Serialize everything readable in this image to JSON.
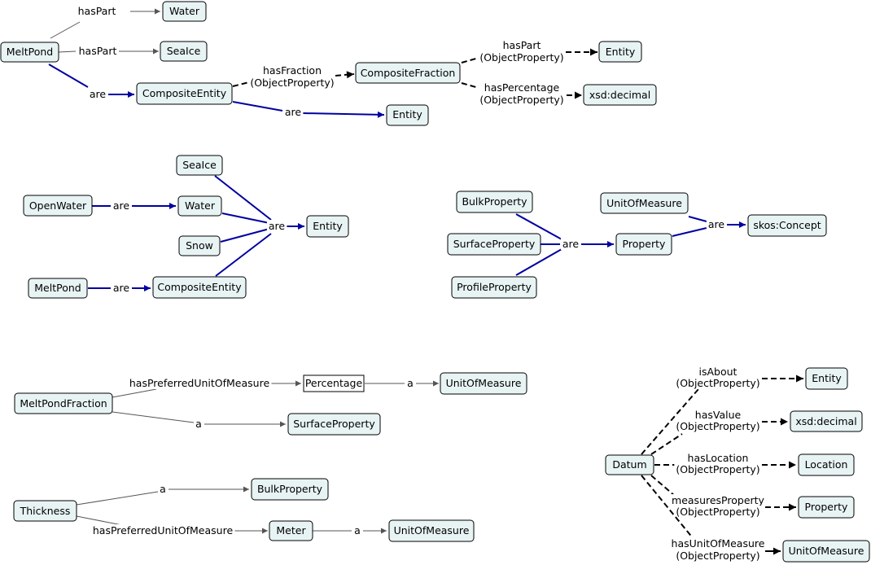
{
  "nodes": [
    {
      "id": "n1",
      "label": "Water"
    },
    {
      "id": "n2",
      "label": "MeltPond"
    },
    {
      "id": "n3",
      "label": "SeaIce"
    },
    {
      "id": "n4",
      "label": "CompositeEntity"
    },
    {
      "id": "n5",
      "label": "CompositeFraction"
    },
    {
      "id": "n6",
      "label": "Entity"
    },
    {
      "id": "n7",
      "label": "xsd:decimal"
    },
    {
      "id": "n8",
      "label": "Entity"
    },
    {
      "id": "n9",
      "label": "SeaIce"
    },
    {
      "id": "n10",
      "label": "OpenWater"
    },
    {
      "id": "n11",
      "label": "Water"
    },
    {
      "id": "n12",
      "label": "Entity"
    },
    {
      "id": "n13",
      "label": "Snow"
    },
    {
      "id": "n14",
      "label": "MeltPond"
    },
    {
      "id": "n15",
      "label": "CompositeEntity"
    },
    {
      "id": "n16",
      "label": "BulkProperty"
    },
    {
      "id": "n17",
      "label": "UnitOfMeasure"
    },
    {
      "id": "n18",
      "label": "SurfaceProperty"
    },
    {
      "id": "n19",
      "label": "Property"
    },
    {
      "id": "n20",
      "label": "skos:Concept"
    },
    {
      "id": "n21",
      "label": "ProfileProperty"
    },
    {
      "id": "n22",
      "label": "Percentage"
    },
    {
      "id": "n23",
      "label": "UnitOfMeasure"
    },
    {
      "id": "n24",
      "label": "MeltPondFraction"
    },
    {
      "id": "n25",
      "label": "SurfaceProperty"
    },
    {
      "id": "n26",
      "label": "Entity"
    },
    {
      "id": "n27",
      "label": "xsd:decimal"
    },
    {
      "id": "n28",
      "label": "Datum"
    },
    {
      "id": "n29",
      "label": "Location"
    },
    {
      "id": "n30",
      "label": "BulkProperty"
    },
    {
      "id": "n31",
      "label": "Property"
    },
    {
      "id": "n32",
      "label": "Thickness"
    },
    {
      "id": "n33",
      "label": "Meter"
    },
    {
      "id": "n34",
      "label": "UnitOfMeasure"
    },
    {
      "id": "n35",
      "label": "UnitOfMeasure"
    }
  ],
  "edges": [
    {
      "label": "hasPart"
    },
    {
      "label": "hasPart"
    },
    {
      "label": "are"
    },
    {
      "lines": [
        "hasFraction",
        "(ObjectProperty)"
      ]
    },
    {
      "lines": [
        "hasPart",
        "(ObjectProperty)"
      ]
    },
    {
      "lines": [
        "hasPercentage",
        "(ObjectProperty)"
      ]
    },
    {
      "label": "are"
    },
    {
      "label": "are"
    },
    {
      "label": "are"
    },
    {
      "label": "are"
    },
    {
      "label": "are"
    },
    {
      "label": "are"
    },
    {
      "label": "hasPreferredUnitOfMeasure"
    },
    {
      "label": "a"
    },
    {
      "label": "a"
    },
    {
      "label": "a"
    },
    {
      "label": "hasPreferredUnitOfMeasure"
    },
    {
      "label": "a"
    },
    {
      "lines": [
        "isAbout",
        "(ObjectProperty)"
      ]
    },
    {
      "lines": [
        "hasValue",
        "(ObjectProperty)"
      ]
    },
    {
      "lines": [
        "hasLocation",
        "(ObjectProperty)"
      ]
    },
    {
      "lines": [
        "measuresProperty",
        "(ObjectProperty)"
      ]
    },
    {
      "lines": [
        "hasUnitOfMeasure",
        "(ObjectProperty)"
      ]
    }
  ],
  "colors": {
    "node_fill": "#e8f4f4",
    "gray_edge": "#555555",
    "blue_edge": "#0000a0",
    "black_edge": "#000000"
  }
}
